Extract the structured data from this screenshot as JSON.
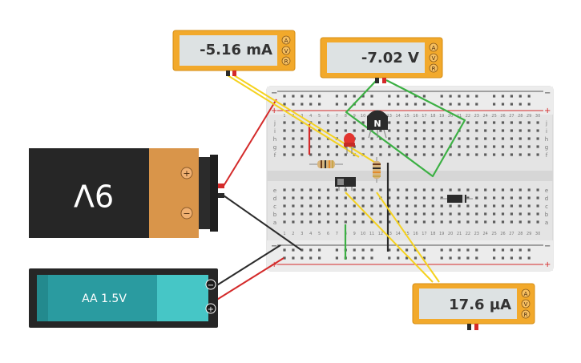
{
  "meters": {
    "m1": {
      "reading": "-5.16 mA"
    },
    "m2": {
      "reading": "-7.02 V"
    },
    "m3": {
      "reading": "17.6 µA"
    },
    "mode_labels": [
      "A",
      "V",
      "R"
    ]
  },
  "battery_9v": {
    "label": "9V",
    "plus": "+",
    "minus": "−"
  },
  "battery_aa": {
    "label": "AA 1.5V",
    "minus": "−",
    "plus": "+"
  },
  "transistor": {
    "label": "N"
  },
  "breadboard": {
    "row_labels_top": [
      "j",
      "i",
      "h",
      "g",
      "f"
    ],
    "row_labels_bottom": [
      "e",
      "d",
      "c",
      "b",
      "a"
    ],
    "col_numbers": [
      "1",
      "2",
      "3",
      "4",
      "5",
      "6",
      "7",
      "8",
      "9",
      "10",
      "11",
      "12",
      "13",
      "14",
      "15",
      "16",
      "17",
      "18",
      "19",
      "20",
      "21",
      "22",
      "23",
      "24",
      "25",
      "26",
      "27",
      "28",
      "29",
      "30"
    ],
    "rail_plus": "+",
    "rail_minus": "−"
  },
  "colors": {
    "meter_body": "#f2a92b",
    "meter_screen": "#dde2e3",
    "battery_9v_body": "#262626",
    "battery_9v_cap": "#d9954a",
    "battery_aa_body": "#2a9ba0",
    "battery_aa_cap": "#46c6c6",
    "wire_red": "#d42a2a",
    "wire_black": "#2b2b2b",
    "wire_yellow": "#f5d21f",
    "wire_green": "#3cb044",
    "breadboard": "#e6e6e6"
  }
}
